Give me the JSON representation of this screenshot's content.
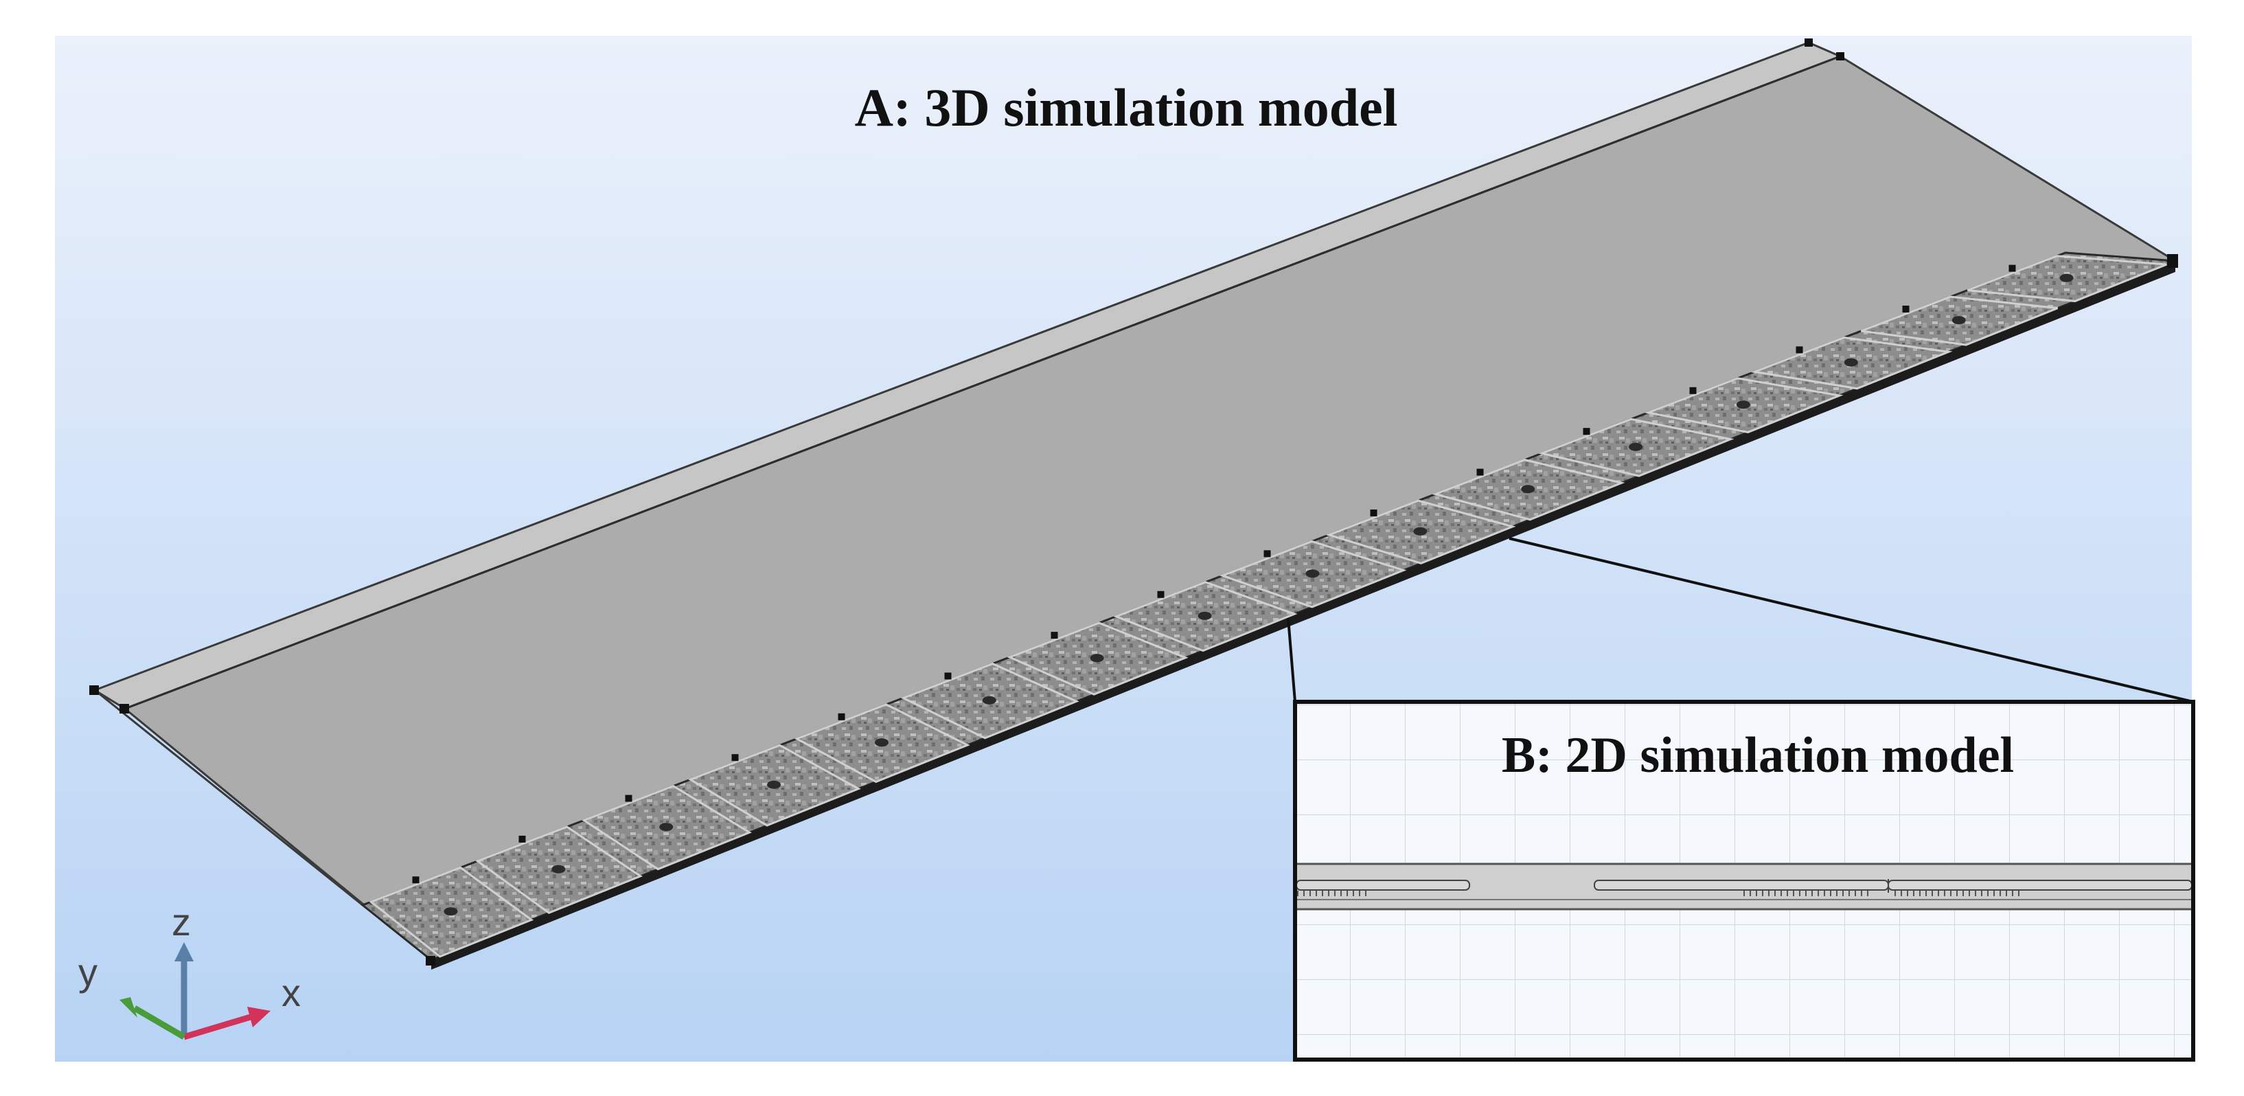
{
  "labels": {
    "model_3d": "A: 3D simulation model",
    "model_2d": "B: 2D simulation model"
  },
  "triad": {
    "x": "x",
    "y": "y",
    "z": "z"
  },
  "electrodes": {
    "count": 16
  },
  "colors": {
    "background_top": "#e8f0fb",
    "background_bottom": "#b9d4f4",
    "plate": "#acacac",
    "rim": "#c9c9c9",
    "electrode": "#8a8a8a",
    "x_axis": "#d2335a",
    "y_axis": "#4a9c3a",
    "z_axis": "#5a7fa6"
  },
  "icons": [
    "coordinate-triad-icon"
  ]
}
